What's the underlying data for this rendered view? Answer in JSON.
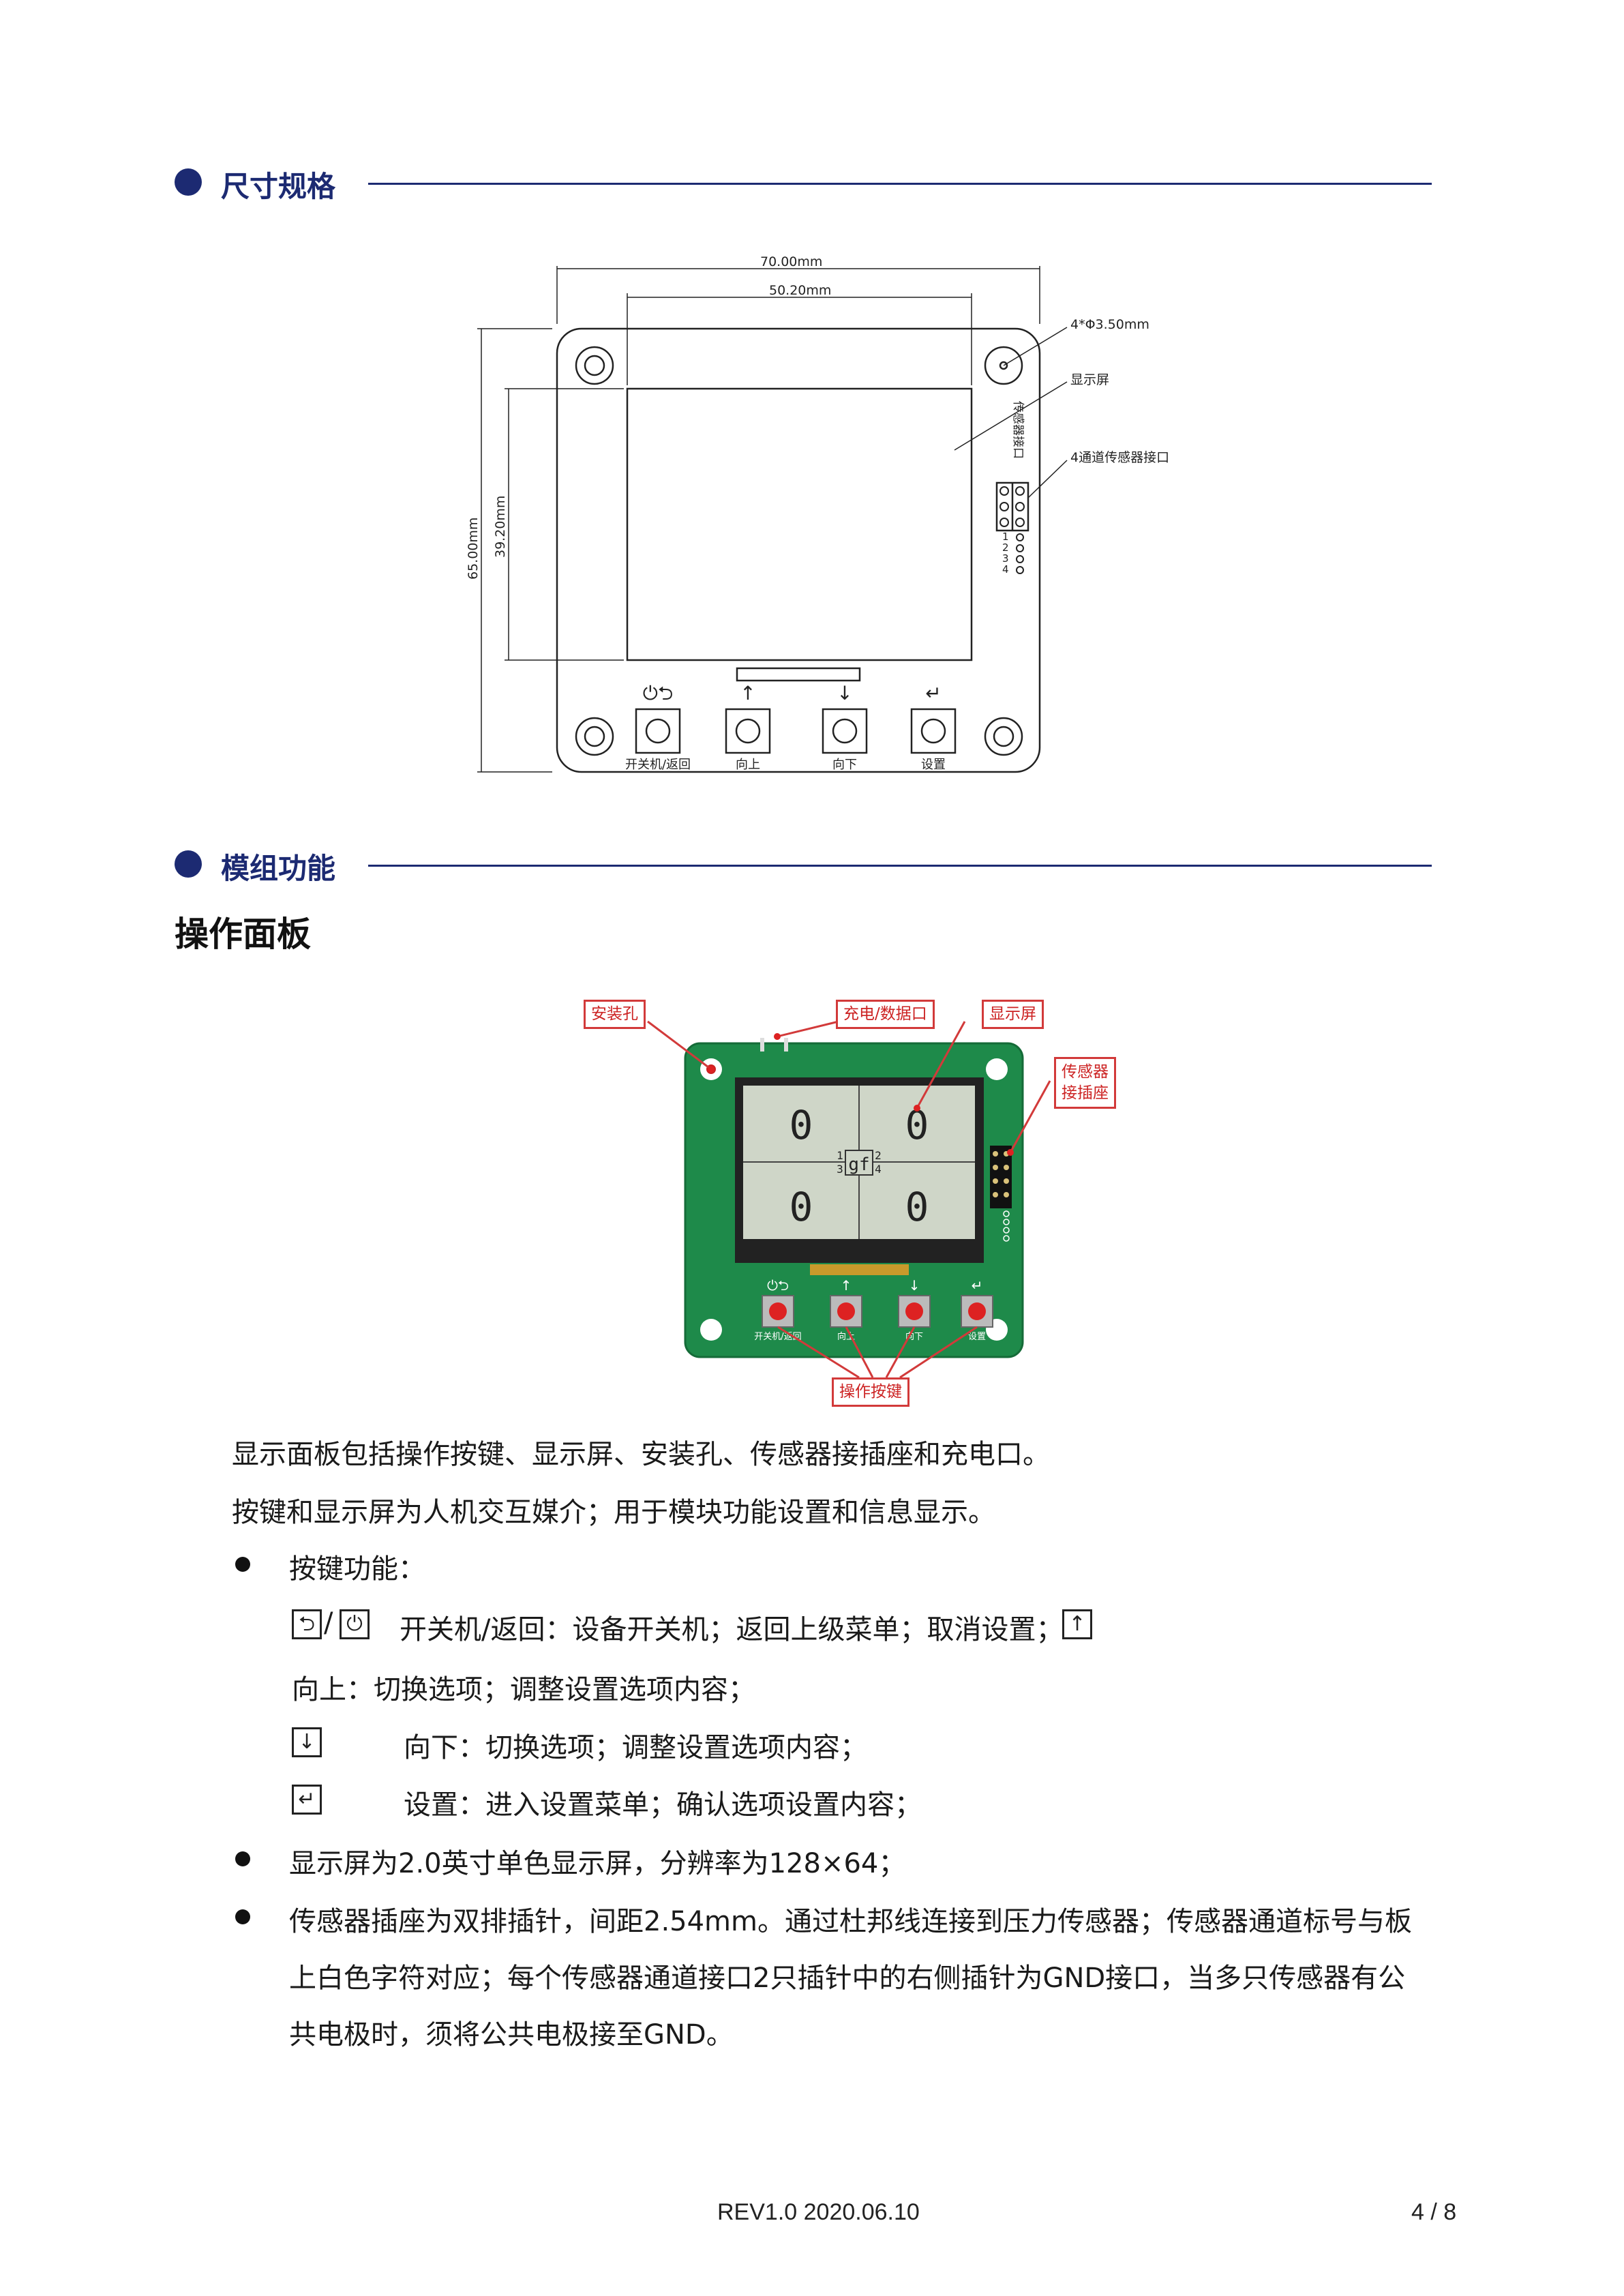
{
  "sections": {
    "spec": {
      "title": "尺寸规格"
    },
    "function": {
      "title": "模组功能"
    }
  },
  "drawing": {
    "dim_width_outer": "70.00mm",
    "dim_width_inner": "50.20mm",
    "dim_height_outer": "65.00mm",
    "dim_height_inner": "39.20mm",
    "hole_spec": "4*Φ3.50mm",
    "display_label": "显示屏",
    "sensor_port_label": "4通道传感器接口",
    "sensor_port_vertical": "传感器接口",
    "buttons": [
      "开关机/返回",
      "向上",
      "向下",
      "设置"
    ],
    "pin_numbers": [
      "1",
      "2",
      "3",
      "4"
    ]
  },
  "panel": {
    "heading": "操作面板",
    "labels": {
      "mount_hole": "安装孔",
      "charge_port": "充电/数据口",
      "display": "显示屏",
      "sensor_socket_line1": "传感器",
      "sensor_socket_line2": "接插座",
      "keys": "操作按键"
    },
    "lcd": {
      "ch1": "0",
      "ch2": "0",
      "ch3": "0",
      "ch4": "0",
      "unit": "gf",
      "q1": "1",
      "q2": "2",
      "q3": "3",
      "q4": "4"
    },
    "board_buttons": [
      "开关机/返回",
      "向上",
      "向下",
      "设置"
    ]
  },
  "text": {
    "p1": "显示面板包括操作按键、显示屏、安装孔、传感器接插座和充电口。",
    "p2": "按键和显示屏为人机交互媒介；用于模块功能设置和信息显示。",
    "b1": "按键功能：",
    "k1": "开关机/返回：设备开关机；返回上级菜单；取消设置；",
    "k2": "向上：切换选项；调整设置选项内容；",
    "k3": "向下：切换选项；调整设置选项内容；",
    "k4": "设置：进入设置菜单；确认选项设置内容；",
    "b2": "显示屏为2.0英寸单色显示屏，分辨率为128×64；",
    "b3_l1": "传感器插座为双排插针，间距2.54mm。通过杜邦线连接到压力传感器；传感器通道标号与板",
    "b3_l2": "上白色字符对应；每个传感器通道接口2只插针中的右侧插针为GND接口，当多只传感器有公",
    "b3_l3": "共电极时，须将公共电极接至GND。"
  },
  "footer": {
    "rev": "REV1.0 2020.06.10",
    "page": "4 / 8"
  },
  "colors": {
    "accent": "#1c2a72",
    "pcb": "#1e8a4a",
    "label_red": "#d23a3a",
    "lcd": "#cfd6c8"
  }
}
